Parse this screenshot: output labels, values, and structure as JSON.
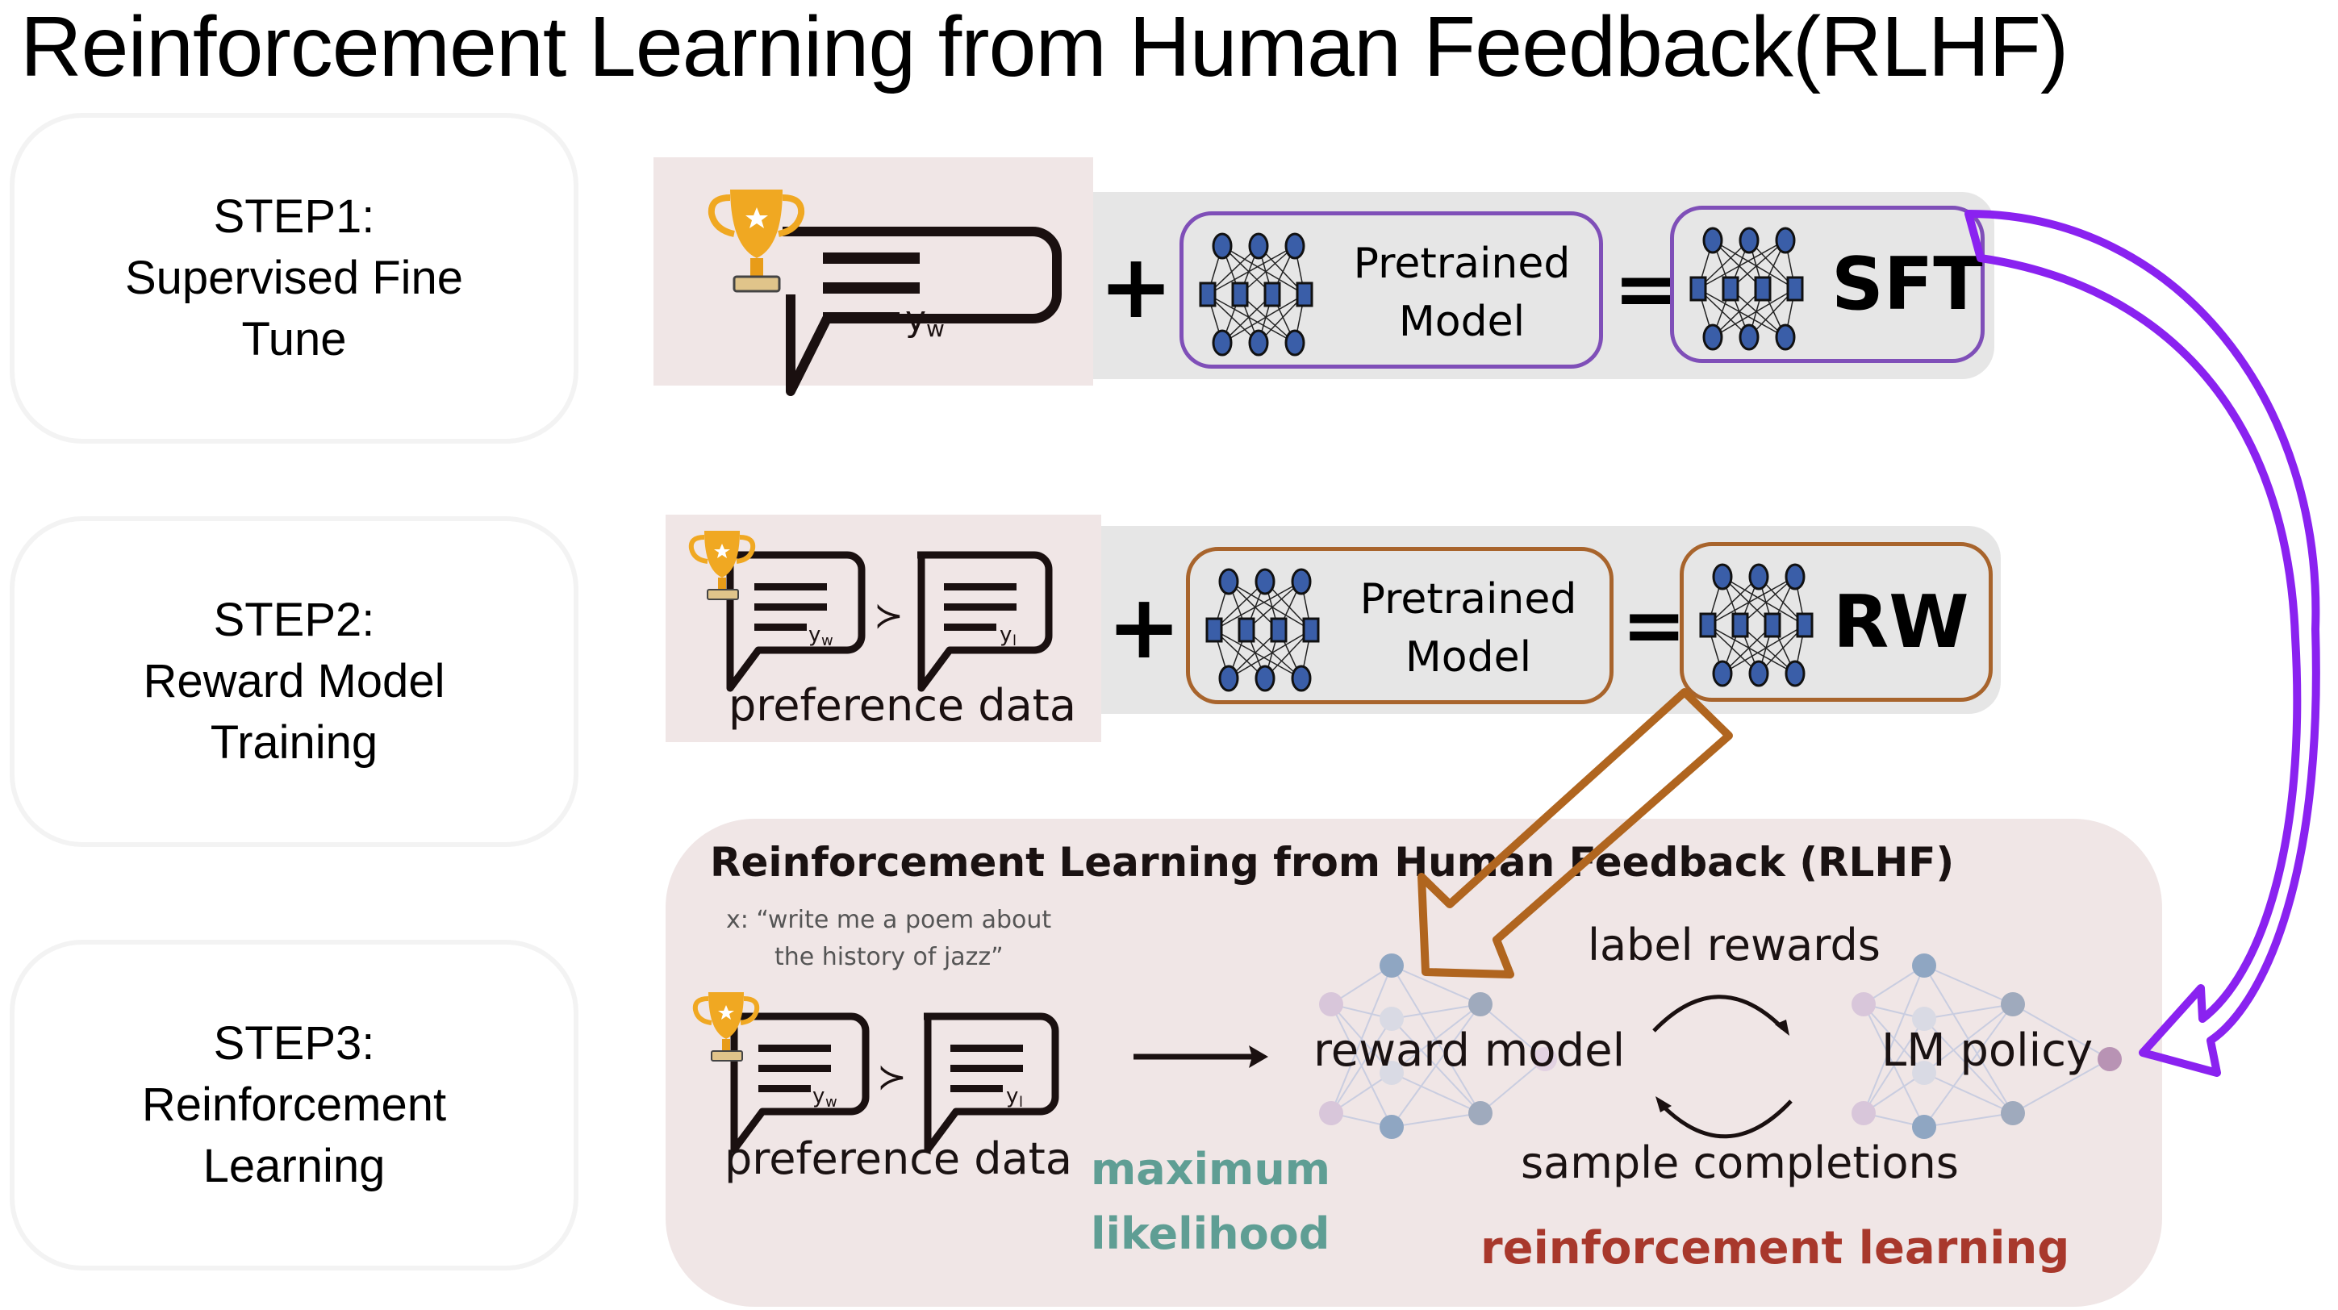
{
  "title": "Reinforcement Learning from Human Feedback(RLHF)",
  "steps": [
    {
      "lines": [
        "STEP1:",
        "Supervised Fine",
        "Tune"
      ]
    },
    {
      "lines": [
        "STEP2:",
        "Reward Model",
        "Training"
      ]
    },
    {
      "lines": [
        "STEP3:",
        "Reinforcement",
        "Learning"
      ]
    }
  ],
  "row1": {
    "response_label": "y_w",
    "response_sub": "w",
    "plus": "+",
    "model_lines": [
      "Pretrained",
      "Model"
    ],
    "equals": "=",
    "result": "SFT",
    "accent": "#7f4fb8"
  },
  "row2": {
    "winner_sub": "w",
    "loser_sub": "l",
    "comparator": "≻",
    "caption": "preference data",
    "plus": "+",
    "model_lines": [
      "Pretrained",
      "Model"
    ],
    "equals": "=",
    "result": "RW",
    "accent": "#a8642c"
  },
  "row3": {
    "panel_title": "Reinforcement Learning from Human Feedback (RLHF)",
    "prompt_line1": "x: “write me a poem about",
    "prompt_line2": "the history of jazz”",
    "winner_sub": "w",
    "loser_sub": "l",
    "comparator": "≻",
    "caption": "preference data",
    "ml_line1": "maximum",
    "ml_line2": "likelihood",
    "reward_model": "reward model",
    "lm_policy": "LM policy",
    "label_rewards": "label rewards",
    "sample_completions": "sample completions",
    "rl_label": "reinforcement learning"
  },
  "colors": {
    "purple_arrow": "#8a22f0",
    "brown_arrow": "#b0651f",
    "teal": "#5f9e94",
    "red": "#a8382c",
    "panel_bg": "#f0e6e6",
    "band_bg": "#e6e6e6"
  }
}
